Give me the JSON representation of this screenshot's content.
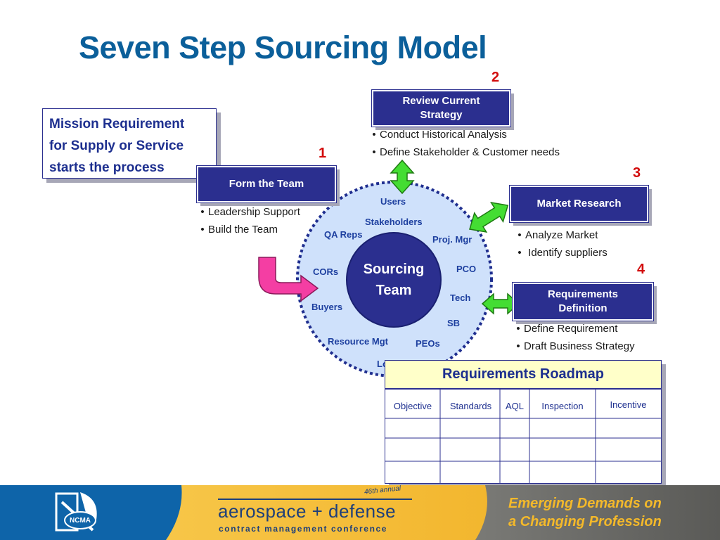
{
  "title": "Seven Step Sourcing Model",
  "mission": {
    "lines": [
      "Mission Requirement",
      "for Supply or Service",
      "starts the process"
    ]
  },
  "steps": [
    {
      "number": "1",
      "label": "Form the Team",
      "bullets": [
        "Leadership Support",
        "Build the Team"
      ]
    },
    {
      "number": "2",
      "label": "Review Current Strategy",
      "bullets": [
        "Conduct Historical Analysis",
        "Define Stakeholder & Customer needs"
      ]
    },
    {
      "number": "3",
      "label": "Market Research",
      "bullets": [
        "Analyze Market",
        " Identify suppliers"
      ]
    },
    {
      "number": "4",
      "label": "Requirements Definition",
      "bullets": [
        "Define Requirement",
        "Draft Business Strategy"
      ]
    }
  ],
  "sourcing_team": {
    "core_label": "Sourcing Team",
    "members": [
      "Users",
      "Stakeholders",
      "QA Reps",
      "Proj. Mgr",
      "CORs",
      "PCO",
      "Tech",
      "Buyers",
      "SB",
      "Resource Mgt",
      "PEOs",
      "Lo"
    ]
  },
  "roadmap": {
    "title": "Requirements Roadmap",
    "columns": [
      "Objective",
      "Standards",
      "AQL",
      "Inspection",
      "Incentive"
    ]
  },
  "footer": {
    "logo_text": "NCMA",
    "conference_edition": "46th annual",
    "conference_name": "aerospace + defense",
    "conference_subtitle": "contract management conference",
    "tagline_lines": [
      "Emerging Demands on",
      "a Changing Profession"
    ]
  },
  "colors": {
    "title": "#0b5f9a",
    "box_fill": "#2b2f8f",
    "step_number": "#d20b0b",
    "circle_fill": "#cfe1fb",
    "circle_border": "#1f2e8f",
    "green_arrow": "#44dd33",
    "pink_arrow": "#f43ea3",
    "roadmap_header": "#ffffc9",
    "footer_blue": "#0e64a9",
    "footer_gold": "#f4b92a",
    "footer_gray": "#6b6b68"
  }
}
